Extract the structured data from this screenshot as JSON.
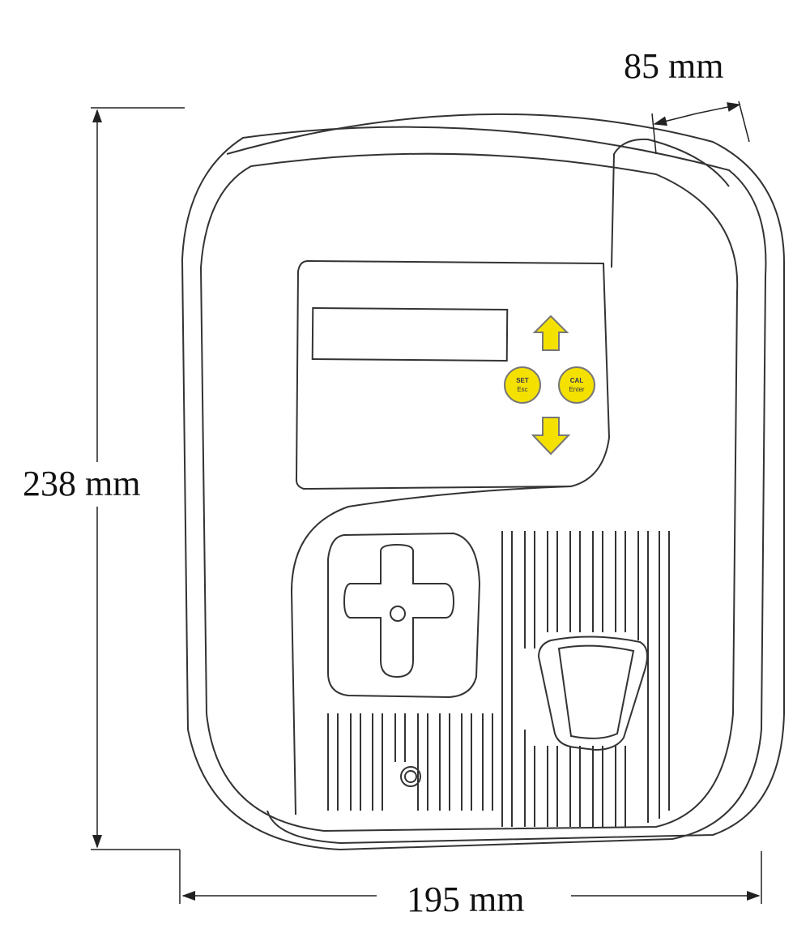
{
  "dimensions": {
    "depth": "85 mm",
    "height": "238 mm",
    "width": "195 mm"
  },
  "buttons": {
    "set": {
      "line1": "SET",
      "line2": "Esc"
    },
    "cal": {
      "line1": "CAL",
      "line2": "Enter"
    }
  },
  "colors": {
    "button_fill": "#f5e100",
    "outline": "#333333"
  }
}
